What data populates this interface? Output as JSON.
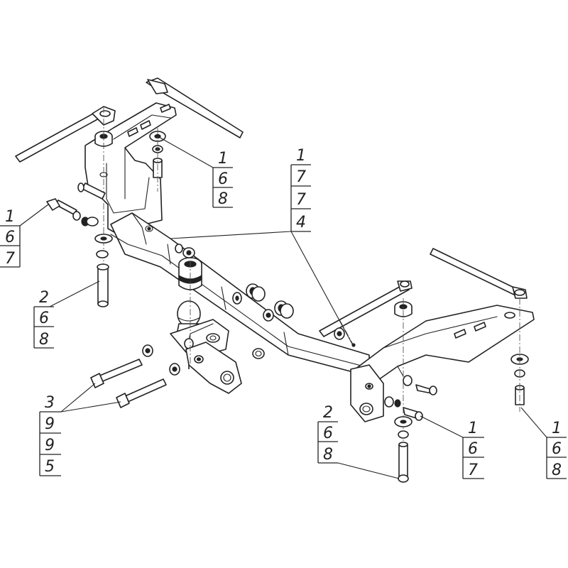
{
  "callouts": {
    "c1": [
      "1",
      "6",
      "8"
    ],
    "c2": [
      "1",
      "7",
      "7",
      "4"
    ],
    "c3": [
      "1",
      "6",
      "7"
    ],
    "c4": [
      "2",
      "6",
      "8"
    ],
    "c5": [
      "3",
      "9",
      "9",
      "5"
    ],
    "c6": [
      "2",
      "6",
      "8"
    ],
    "c7": [
      "1",
      "6",
      "7"
    ],
    "c8": [
      "1",
      "6",
      "8"
    ]
  }
}
